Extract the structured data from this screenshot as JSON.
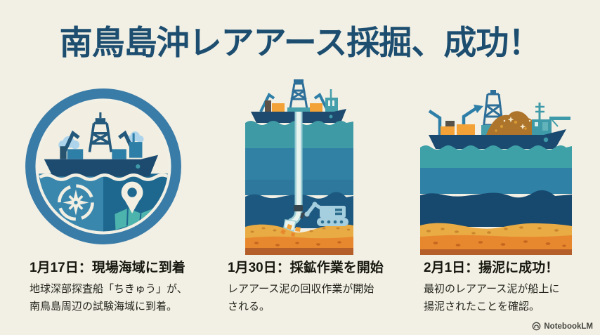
{
  "title": "南鳥島沖レアアース採掘、成功！",
  "steps": [
    {
      "heading": "1月17日：現場海域に到着",
      "body_lines": [
        "地球深部探査船「ちきゅう」が、",
        "南鳥島周辺の試験海域に到着。"
      ]
    },
    {
      "heading": "1月30日：採鉱作業を開始",
      "body_lines": [
        "レアアース泥の回収作業が開始",
        "される。"
      ]
    },
    {
      "heading": "2月1日：揚泥に成功！",
      "body_lines": [
        "最初のレアアース泥が船上に",
        "揚泥されたことを確認。"
      ]
    }
  ],
  "watermark": {
    "label": "NotebookLM"
  },
  "icons": {
    "badge": "drillship-compass-map-badge-icon",
    "mining_panel": "seafloor-mining-cross-section-icon",
    "recovery_panel": "drillship-with-recovered-mud-icon",
    "watermark_logo": "notebooklm-logo-icon"
  },
  "colors": {
    "background": "#f2f0e5",
    "title": "#1d4e70",
    "badge_ring": "#3a7ca8",
    "ship_navy": "#1d4a6e",
    "ocean_teal": "#3e9aa4",
    "ocean_blue": "#3181a5",
    "ocean_navy": "#1d5880",
    "sediment_yellow": "#e9ab43",
    "sediment_orange": "#e8882e",
    "sediment_rust": "#b45f2a",
    "container_orange": "#f2a237",
    "robot_blue": "#a5cede",
    "mud_gold": "#ad742c",
    "text": "#26261e",
    "watermark": "#45453e"
  }
}
